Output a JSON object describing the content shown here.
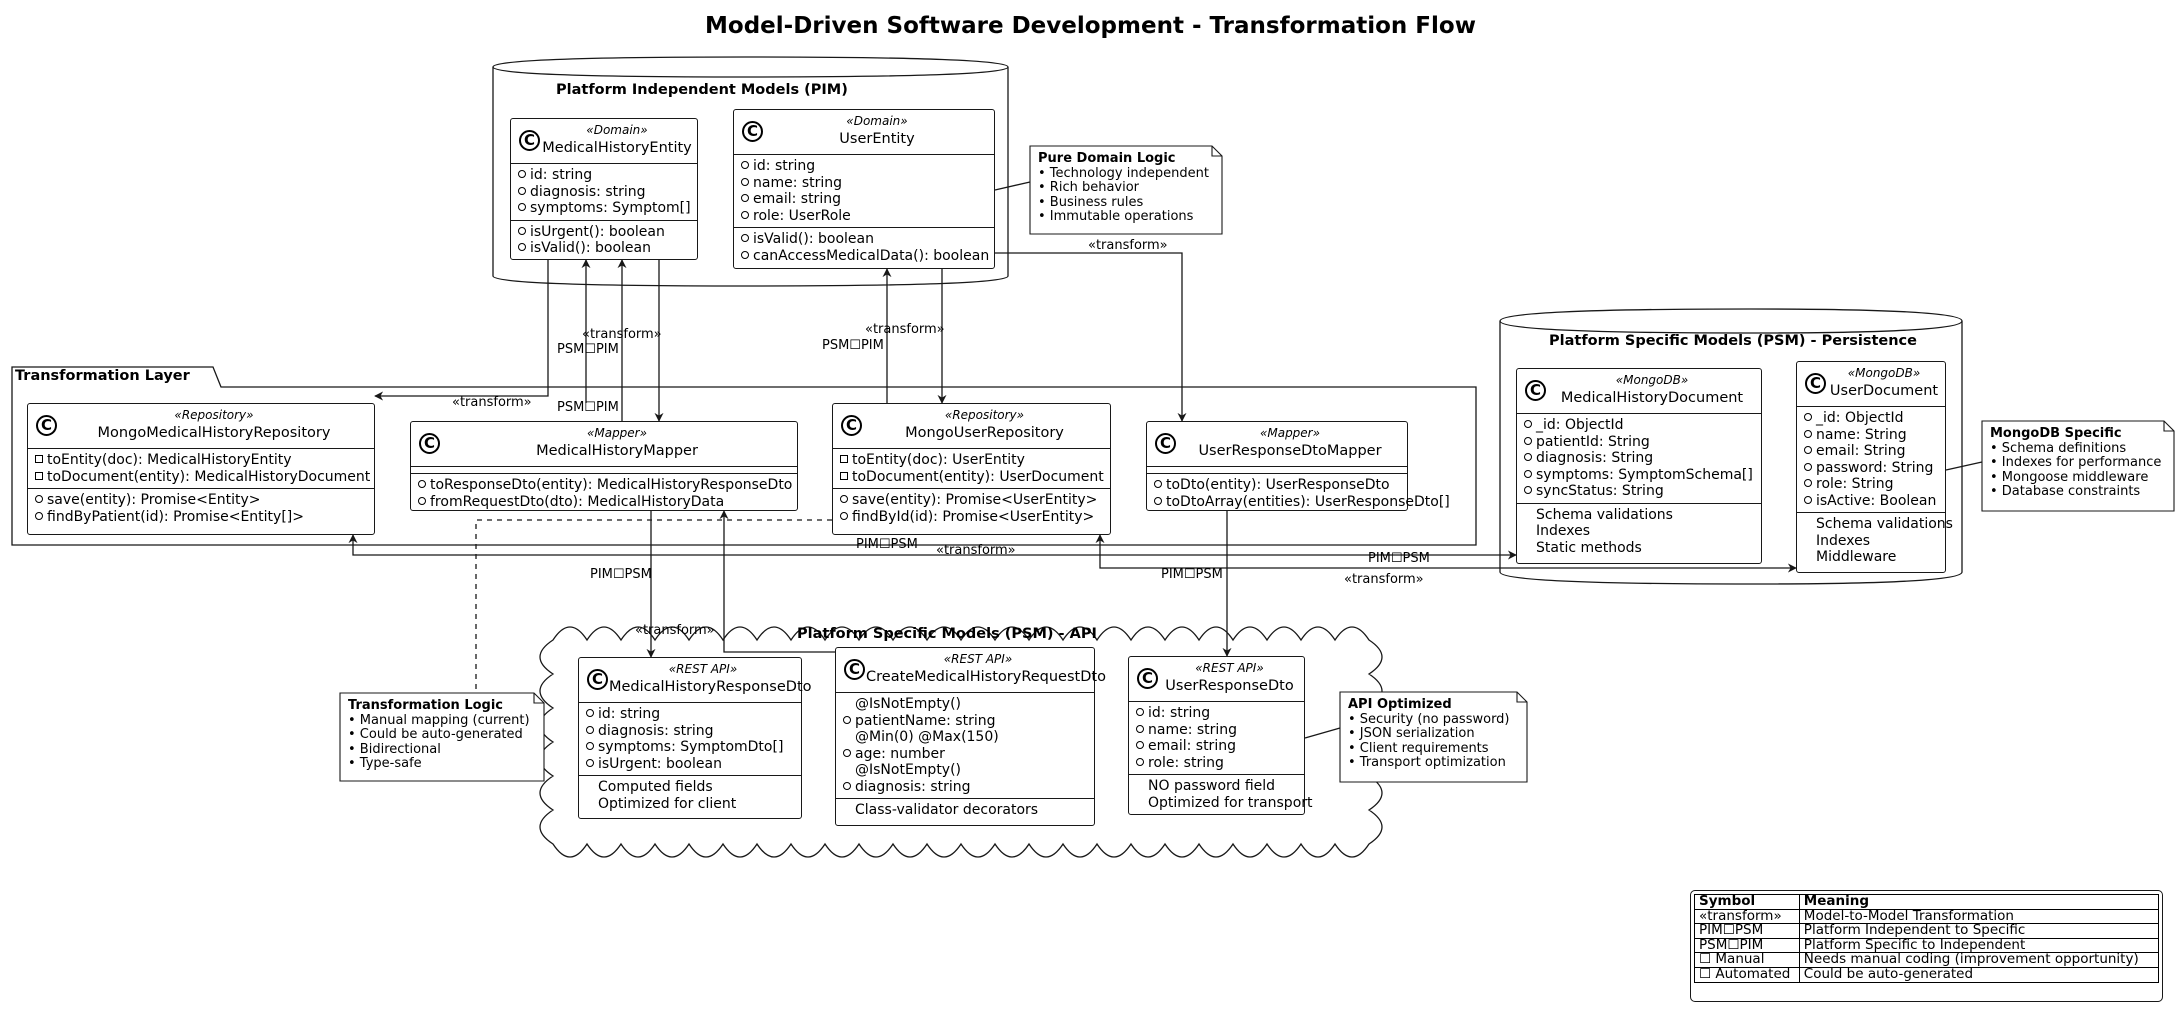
{
  "title": "Model-Driven Software Development - Transformation Flow",
  "regions": {
    "pim": "Platform Independent Models (PIM)",
    "transform": "Transformation Layer",
    "psm_persist": "Platform Specific Models (PSM) - Persistence",
    "psm_api": "Platform Specific Models (PSM) - API"
  },
  "classes": {
    "medicalHistoryEntity": {
      "stereotype": "«Domain»",
      "name": "MedicalHistoryEntity",
      "sections": [
        [
          [
            "pub",
            "id: string"
          ],
          [
            "pub",
            "diagnosis: string"
          ],
          [
            "pub",
            "symptoms: Symptom[]"
          ]
        ],
        [
          [
            "pub",
            "isUrgent(): boolean"
          ],
          [
            "pub",
            "isValid(): boolean"
          ]
        ]
      ]
    },
    "userEntity": {
      "stereotype": "«Domain»",
      "name": "UserEntity",
      "sections": [
        [
          [
            "pub",
            "id: string"
          ],
          [
            "pub",
            "name: string"
          ],
          [
            "pub",
            "email: string"
          ],
          [
            "pub",
            "role: UserRole"
          ]
        ],
        [
          [
            "pub",
            "isValid(): boolean"
          ],
          [
            "pub",
            "canAccessMedicalData(): boolean"
          ]
        ]
      ]
    },
    "mongoMedicalHistoryRepository": {
      "stereotype": "«Repository»",
      "name": "MongoMedicalHistoryRepository",
      "sections": [
        [
          [
            "priv",
            "toEntity(doc): MedicalHistoryEntity"
          ],
          [
            "priv",
            "toDocument(entity): MedicalHistoryDocument"
          ]
        ],
        [
          [
            "pub",
            "save(entity): Promise<Entity>"
          ],
          [
            "pub",
            "findByPatient(id): Promise<Entity[]>"
          ]
        ]
      ]
    },
    "medicalHistoryMapper": {
      "stereotype": "«Mapper»",
      "name": "MedicalHistoryMapper",
      "sections": [
        [],
        [
          [
            "pub",
            "toResponseDto(entity): MedicalHistoryResponseDto"
          ],
          [
            "pub",
            "fromRequestDto(dto): MedicalHistoryData"
          ]
        ]
      ]
    },
    "mongoUserRepository": {
      "stereotype": "«Repository»",
      "name": "MongoUserRepository",
      "sections": [
        [
          [
            "priv",
            "toEntity(doc): UserEntity"
          ],
          [
            "priv",
            "toDocument(entity): UserDocument"
          ]
        ],
        [
          [
            "pub",
            "save(entity): Promise<UserEntity>"
          ],
          [
            "pub",
            "findById(id): Promise<UserEntity>"
          ]
        ]
      ]
    },
    "userResponseDtoMapper": {
      "stereotype": "«Mapper»",
      "name": "UserResponseDtoMapper",
      "sections": [
        [],
        [
          [
            "pub",
            "toDto(entity): UserResponseDto"
          ],
          [
            "pub",
            "toDtoArray(entities): UserResponseDto[]"
          ]
        ]
      ]
    },
    "medicalHistoryDocument": {
      "stereotype": "«MongoDB»",
      "name": "MedicalHistoryDocument",
      "sections": [
        [
          [
            "pub",
            "_id: ObjectId"
          ],
          [
            "pub",
            "patientId: String"
          ],
          [
            "pub",
            "diagnosis: String"
          ],
          [
            "pub",
            "symptoms: SymptomSchema[]"
          ],
          [
            "pub",
            "syncStatus: String"
          ]
        ],
        [
          [
            "none",
            "Schema validations"
          ],
          [
            "none",
            "Indexes"
          ],
          [
            "none",
            "Static methods"
          ]
        ]
      ]
    },
    "userDocument": {
      "stereotype": "«MongoDB»",
      "name": "UserDocument",
      "sections": [
        [
          [
            "pub",
            "_id: ObjectId"
          ],
          [
            "pub",
            "name: String"
          ],
          [
            "pub",
            "email: String"
          ],
          [
            "pub",
            "password: String"
          ],
          [
            "pub",
            "role: String"
          ],
          [
            "pub",
            "isActive: Boolean"
          ]
        ],
        [
          [
            "none",
            "Schema validations"
          ],
          [
            "none",
            "Indexes"
          ],
          [
            "none",
            "Middleware"
          ]
        ]
      ]
    },
    "medicalHistoryResponseDto": {
      "stereotype": "«REST API»",
      "name": "MedicalHistoryResponseDto",
      "sections": [
        [
          [
            "pub",
            "id: string"
          ],
          [
            "pub",
            "diagnosis: string"
          ],
          [
            "pub",
            "symptoms: SymptomDto[]"
          ],
          [
            "pub",
            "isUrgent: boolean"
          ]
        ],
        [
          [
            "none",
            "Computed fields"
          ],
          [
            "none",
            "Optimized for client"
          ]
        ]
      ]
    },
    "createMedicalHistoryRequestDto": {
      "stereotype": "«REST API»",
      "name": "CreateMedicalHistoryRequestDto",
      "sections": [
        [
          [
            "none",
            "@IsNotEmpty()"
          ],
          [
            "pub",
            "patientName: string"
          ],
          [
            "none",
            "@Min(0) @Max(150)"
          ],
          [
            "pub",
            "age: number"
          ],
          [
            "none",
            "@IsNotEmpty()"
          ],
          [
            "pub",
            "diagnosis: string"
          ]
        ],
        [
          [
            "none",
            "Class-validator decorators"
          ]
        ]
      ]
    },
    "userResponseDto": {
      "stereotype": "«REST API»",
      "name": "UserResponseDto",
      "sections": [
        [
          [
            "pub",
            "id: string"
          ],
          [
            "pub",
            "name: string"
          ],
          [
            "pub",
            "email: string"
          ],
          [
            "pub",
            "role: string"
          ]
        ],
        [
          [
            "none",
            "NO password field"
          ],
          [
            "none",
            "Optimized for transport"
          ]
        ]
      ]
    }
  },
  "notes": {
    "domain": {
      "title": "Pure Domain Logic",
      "lines": [
        "• Technology independent",
        "• Rich behavior",
        "• Business rules",
        "• Immutable operations"
      ]
    },
    "mongo": {
      "title": "MongoDB Specific",
      "lines": [
        "• Schema definitions",
        "• Indexes for performance",
        "• Mongoose middleware",
        "• Database constraints"
      ]
    },
    "transform": {
      "title": "Transformation Logic",
      "lines": [
        "• Manual mapping (current)",
        "• Could be auto-generated",
        "• Bidirectional",
        "• Type-safe"
      ]
    },
    "api": {
      "title": "API Optimized",
      "lines": [
        "• Security (no password)",
        "• JSON serialization",
        "• Client requirements",
        "• Transport optimization"
      ]
    }
  },
  "edge_labels": {
    "transform": "«transform»",
    "psm_to_pim": "PSM☐PIM",
    "pim_to_psm": "PIM☐PSM"
  },
  "legend": {
    "headers": [
      "Symbol",
      "Meaning"
    ],
    "rows": [
      [
        "«transform»",
        "Model-to-Model Transformation"
      ],
      [
        "PIM☐PSM",
        "Platform Independent to Specific"
      ],
      [
        "PSM☐PIM",
        "Platform Specific to Independent"
      ],
      [
        "☐ Manual",
        "Needs manual coding (improvement opportunity)"
      ],
      [
        "☐ Automated",
        "Could be auto-generated"
      ]
    ]
  }
}
